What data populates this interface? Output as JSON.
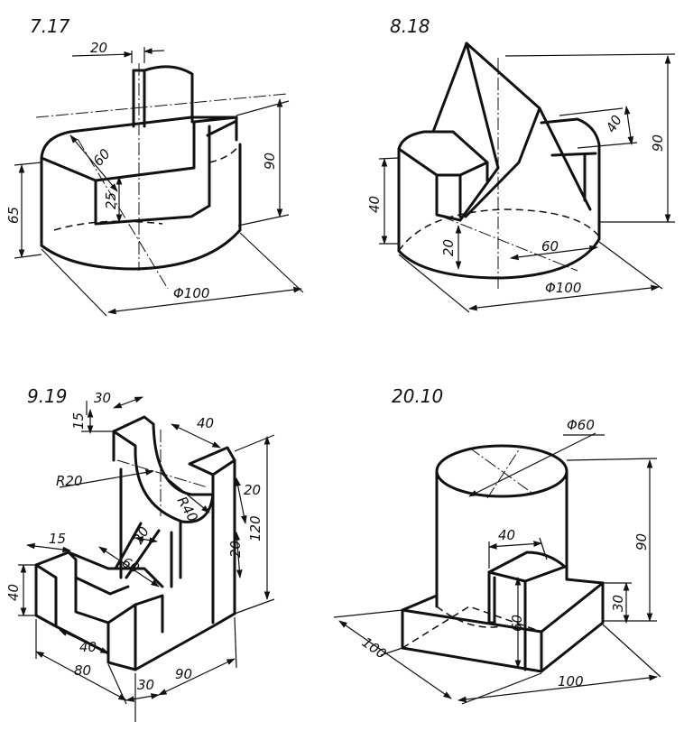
{
  "figures": [
    {
      "id": "7.17",
      "title": "7.17",
      "dimensions": {
        "d1": "20",
        "d2": "60",
        "d3": "25",
        "d4": "90",
        "d5": "65",
        "d6": "Φ100"
      }
    },
    {
      "id": "8.18",
      "title": "8.18",
      "dimensions": {
        "d1": "40",
        "d2": "90",
        "d3": "40",
        "d4": "20",
        "d5": "60",
        "d6": "Φ100"
      }
    },
    {
      "id": "9.19",
      "title": "9.19",
      "dimensions": {
        "d1": "30",
        "d2": "15",
        "d3": "40",
        "d4": "R20",
        "d5": "R40",
        "d6": "20",
        "d7": "120",
        "d8": "20",
        "d9": "20",
        "d10": "60",
        "d11": "15",
        "d12": "40",
        "d13": "40",
        "d14": "80",
        "d15": "30",
        "d16": "90"
      }
    },
    {
      "id": "20.10",
      "title": "20.10",
      "dimensions": {
        "d1": "Φ60",
        "d2": "40",
        "d3": "90",
        "d4": "30",
        "d5": "60",
        "d6": "100",
        "d7": "100"
      }
    }
  ]
}
